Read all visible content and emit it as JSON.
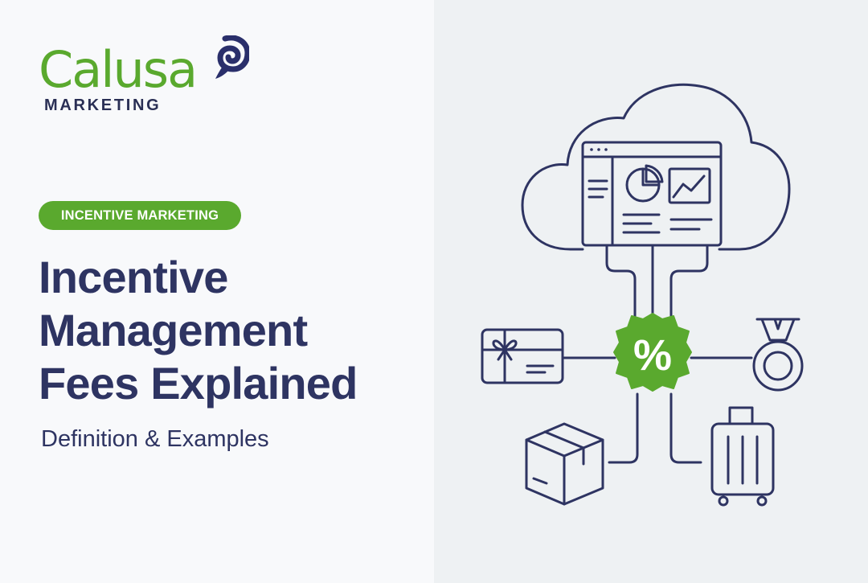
{
  "brand": {
    "name": "Calusa",
    "tagline": "MARKETING",
    "green": "#5aa92e",
    "navy": "#2e3462",
    "logo_icon": "nautilus-shell-icon"
  },
  "article": {
    "category": "INCENTIVE MARKETING",
    "title_lines": [
      "Incentive",
      "Management",
      "Fees Explained"
    ],
    "subtitle": "Definition & Examples"
  },
  "illustration": {
    "center_badge": "%",
    "icons": [
      "cloud-icon",
      "dashboard-window-icon",
      "pie-chart-icon",
      "line-chart-icon",
      "gift-card-icon",
      "medal-icon",
      "package-box-icon",
      "suitcase-icon"
    ]
  }
}
